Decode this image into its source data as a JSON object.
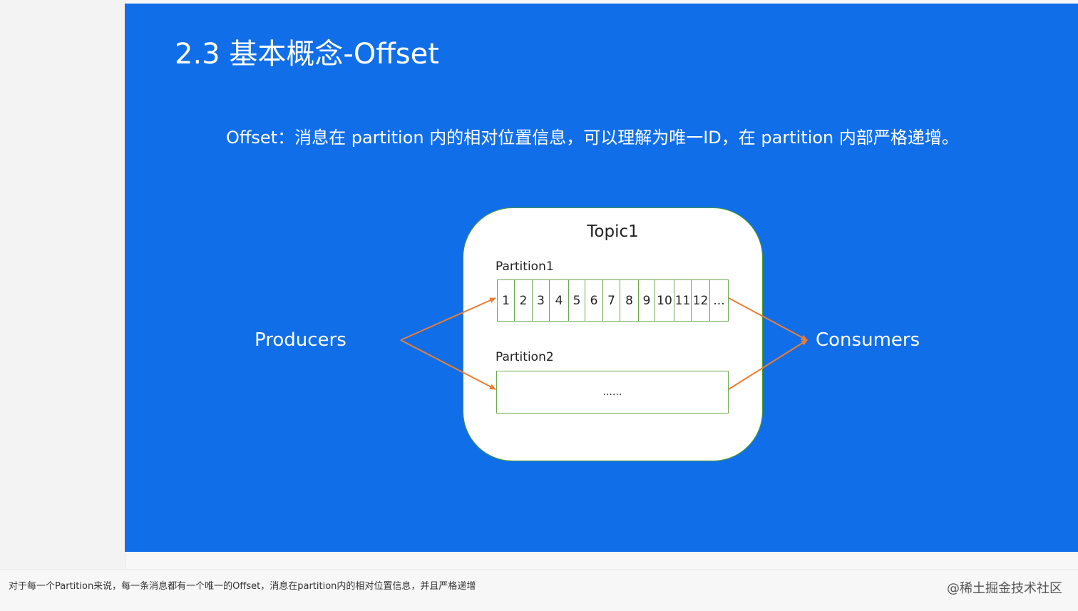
{
  "slide": {
    "title": "2.3 基本概念-Offset",
    "description": "Offset：消息在 partition 内的相对位置信息，可以理解为唯一ID，在 partition 内部严格递增。",
    "background_color": "#116ee9"
  },
  "diagram": {
    "topic_label": "Topic1",
    "partition1_label": "Partition1",
    "partition1_cells": [
      "1",
      "2",
      "3",
      "4",
      "5",
      "6",
      "7",
      "8",
      "9",
      "10",
      "11",
      "12",
      "..."
    ],
    "partition2_label": "Partition2",
    "partition2_content": "......",
    "producers_label": "Producers",
    "consumers_label": "Consumers",
    "arrow_color": "#ed7d31",
    "box_border_color": "#6aa84f"
  },
  "footer": {
    "caption": "对于每一个Partition来说，每一条消息都有一个唯一的Offset，消息在partition内的相对位置信息，并且严格递增",
    "credit": "@稀土掘金技术社区"
  }
}
